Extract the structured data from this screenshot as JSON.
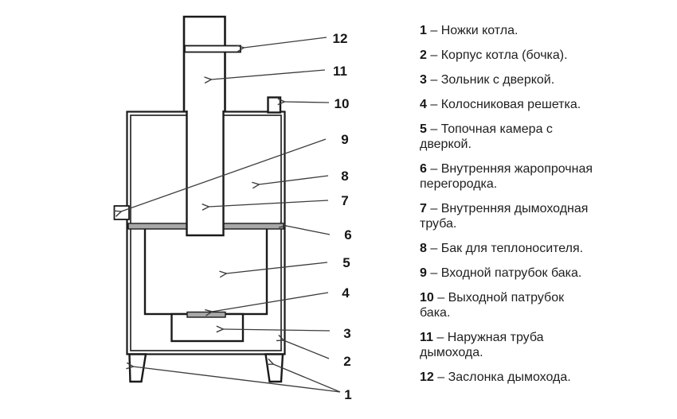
{
  "colors": {
    "ink": "#1a1a1a",
    "arrow": "#3c3c3c",
    "metal_gray": "#a8a8a8",
    "background": "#ffffff"
  },
  "diagram": {
    "callouts": [
      "12",
      "11",
      "10",
      "9",
      "8",
      "7",
      "6",
      "5",
      "4",
      "3",
      "2",
      "1"
    ]
  },
  "legend": {
    "sep": "–",
    "items": [
      {
        "num": "1",
        "text": "Ножки котла."
      },
      {
        "num": "2",
        "text": "Корпус котла (бочка)."
      },
      {
        "num": "3",
        "text": "Зольник с дверкой."
      },
      {
        "num": "4",
        "text": "Колосниковая решетка."
      },
      {
        "num": "5",
        "text": "Топочная камера с\nдверкой."
      },
      {
        "num": "6",
        "text": "Внутренняя жаропрочная\nперегородка."
      },
      {
        "num": "7",
        "text": "Внутренняя дымоходная\nтруба."
      },
      {
        "num": "8",
        "text": "Бак для теплоносителя."
      },
      {
        "num": "9",
        "text": "Входной патрубок бака."
      },
      {
        "num": "10",
        "text": "Выходной патрубок\nбака."
      },
      {
        "num": "11",
        "text": "Наружная труба\nдымохода."
      },
      {
        "num": "12",
        "text": "Заслонка дымохода."
      }
    ]
  }
}
